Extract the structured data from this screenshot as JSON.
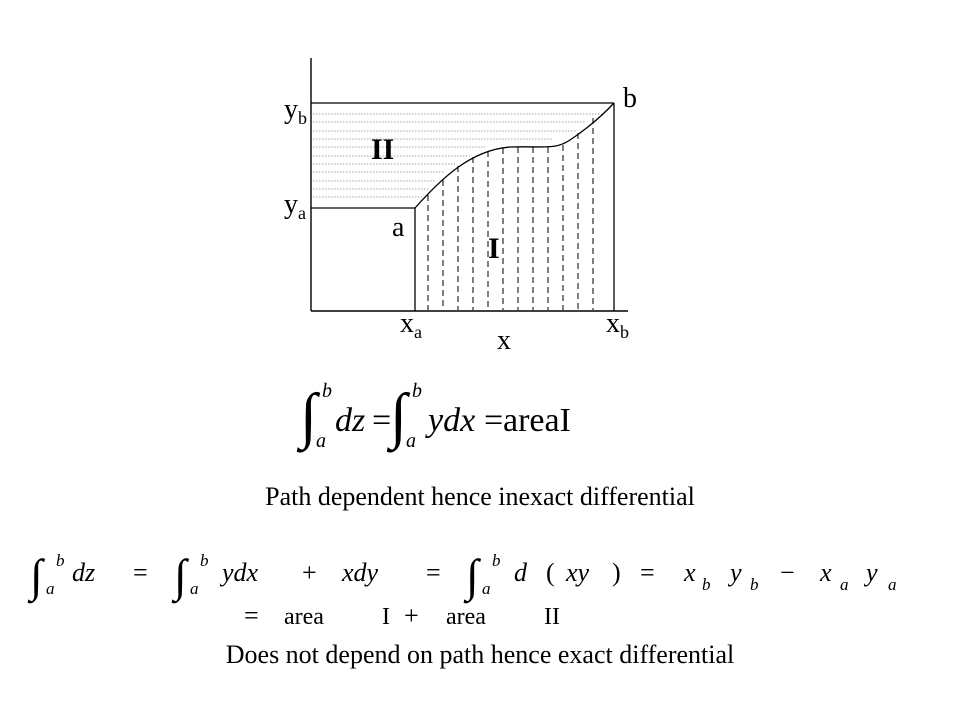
{
  "diagram": {
    "axis_labels": {
      "y_b": {
        "main": "y",
        "sub": "b"
      },
      "y_a": {
        "main": "y",
        "sub": "a"
      },
      "x_a": {
        "main": "x",
        "sub": "a"
      },
      "x_b": {
        "main": "x",
        "sub": "b"
      },
      "x": "x"
    },
    "points": {
      "a": "a",
      "b": "b"
    },
    "regions": {
      "I": "I",
      "II": "II"
    }
  },
  "equation1": {
    "lower": "a",
    "upper": "b",
    "lhs": "dz",
    "eq1": "=",
    "rhs": "ydx",
    "eq2": "=",
    "result": "areaI"
  },
  "caption1": "Path dependent hence inexact differential",
  "equation2": {
    "int1": {
      "lower": "a",
      "upper": "b",
      "body": "dz"
    },
    "eq1": "=",
    "int2": {
      "lower": "a",
      "upper": "b",
      "body": "ydx"
    },
    "plus": "+",
    "term_xdy": "xdy",
    "eq2": "=",
    "int3": {
      "lower": "a",
      "upper": "b",
      "body_d": "d",
      "lparen": "(",
      "xy": "xy",
      "rparen": ")"
    },
    "eq3": "=",
    "xb_x": "x",
    "xb_sub": "b",
    "yb_y": "y",
    "yb_sub": "b",
    "minus": "−",
    "xa_x": "x",
    "xa_sub": "a",
    "ya_y": "y",
    "ya_sub": "a"
  },
  "equation3": {
    "eq": "=",
    "area1_word": "area",
    "area1_num": "I",
    "plus": "+",
    "area2_word": "area",
    "area2_num": "II"
  },
  "caption2": "Does not depend on path hence exact differential"
}
